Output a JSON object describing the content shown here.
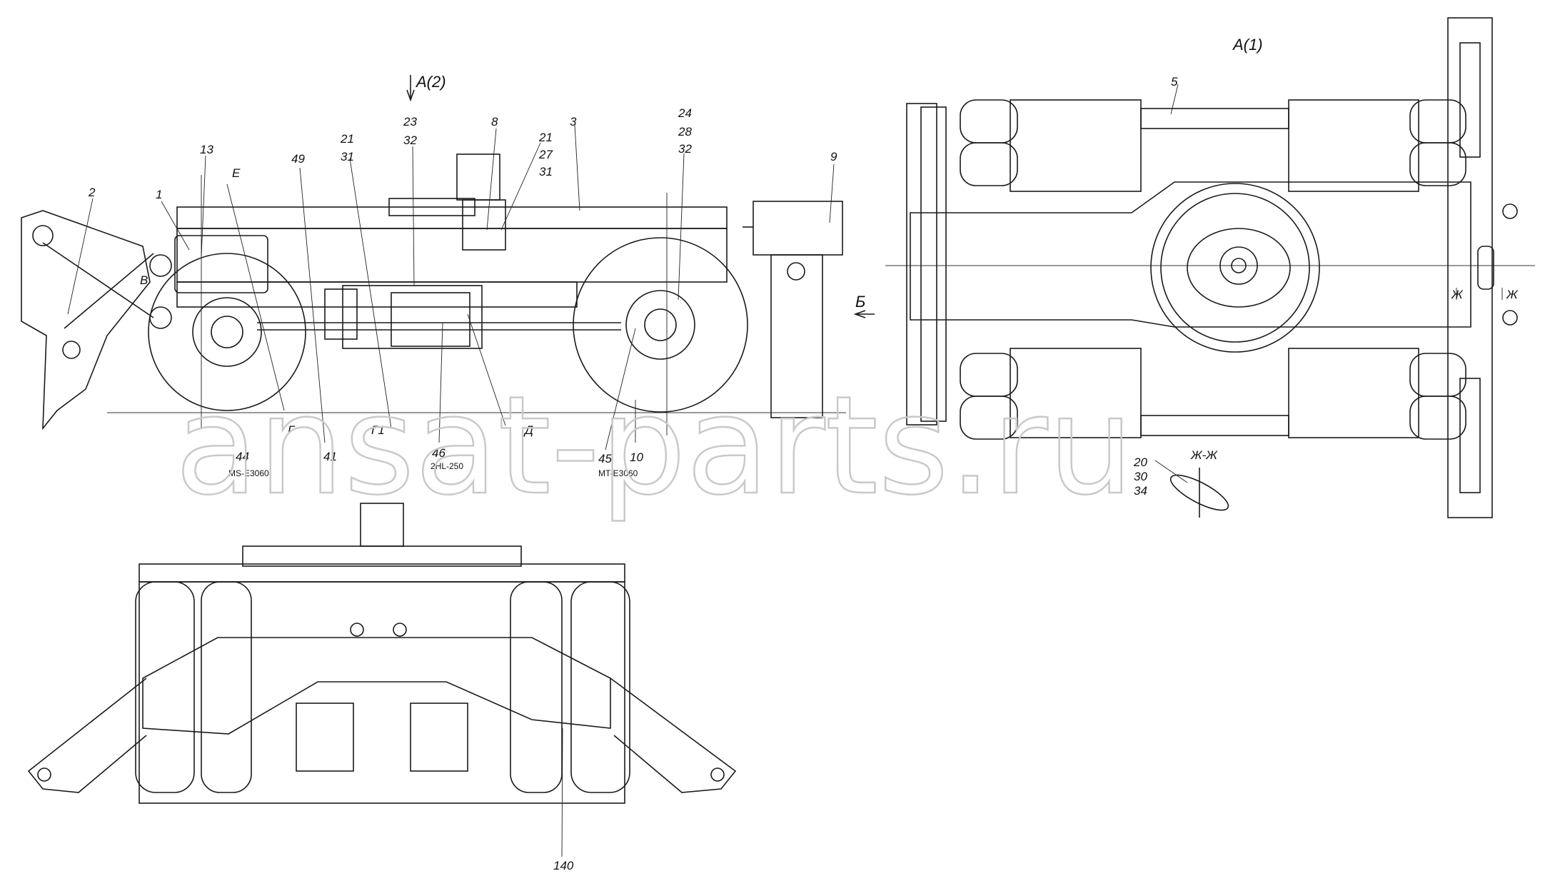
{
  "views": {
    "arrow_view_label": "А(2)",
    "plan_view_label": "А(1)",
    "arrow_b": "Б",
    "section_mark": "Ж",
    "section_title": "Ж-Ж"
  },
  "callouts_side": [
    "13",
    "2",
    "1",
    "В",
    "Е",
    "49",
    "21",
    "31",
    "23",
    "32",
    "8",
    "21",
    "27",
    "31",
    "3",
    "24",
    "28",
    "32",
    "9",
    "Г",
    "Г1",
    "Д",
    "41",
    "44",
    "46",
    "45",
    "10"
  ],
  "callouts_plan": [
    "5",
    "20",
    "30",
    "34"
  ],
  "callouts_front": [
    "140"
  ],
  "component_tags": {
    "left_axle": "MS-E3060",
    "gearbox": "2HL-250",
    "right_axle": "MT-E3060"
  },
  "watermark": "ansat-parts.ru",
  "colors": {
    "line": "#1a1a1a",
    "watermark": "#c9c9c9"
  }
}
